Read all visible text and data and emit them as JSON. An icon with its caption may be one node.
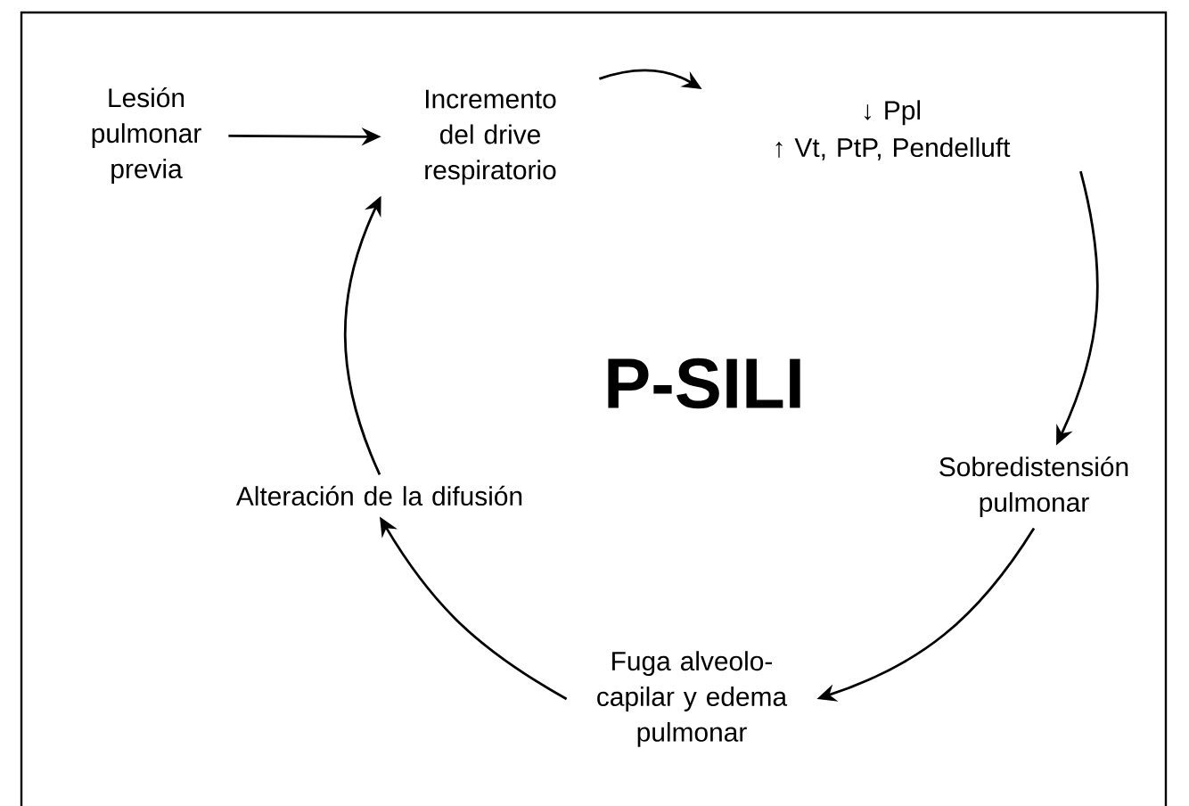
{
  "diagram": {
    "nodes": [
      {
        "text": [
          "Lesión pulmonar previa"
        ]
      },
      {
        "text": [
          "Incremento del drive respiratorio"
        ]
      },
      {
        "text": [
          "↓ Ppl",
          "↑ Vt, PtP, Pendelluft"
        ]
      },
      {
        "text": [
          "Sobredistensión pulmonar"
        ]
      },
      {
        "text": [
          "Fuga alveolo-capilar y edema pulmonar"
        ]
      },
      {
        "text": [
          "Alteración de la difusión"
        ]
      }
    ],
    "edges": [
      {
        "from": 0,
        "to": 1,
        "arrow": "to"
      },
      {
        "from": 1,
        "to": 2,
        "arrow": "to"
      },
      {
        "from": 2,
        "to": 3,
        "arrow": "to"
      },
      {
        "from": 3,
        "to": 4,
        "arrow": "to"
      },
      {
        "from": 4,
        "to": 5,
        "arrow": "to"
      },
      {
        "from": 5,
        "to": 1,
        "arrow": "to"
      }
    ],
    "labels": [
      "P-SILI"
    ]
  }
}
